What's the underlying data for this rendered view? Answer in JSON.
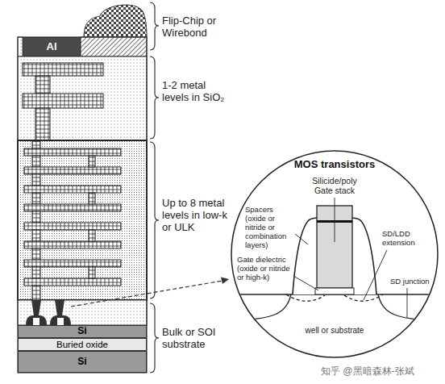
{
  "diagram": {
    "nodes": [
      {
        "text": [
          "Al"
        ]
      },
      {
        "text": [
          "MOS transistors"
        ]
      },
      {
        "text": [
          "Si"
        ]
      },
      {
        "text": [
          "Buried oxide"
        ]
      },
      {
        "text": [
          "Si"
        ]
      }
    ],
    "labels": [
      "Flip-Chip or Wirebond",
      "1-2 metal levels in SiO₂",
      "Up to 8 metal levels in low-k or ULK",
      "Bulk or SOI substrate",
      "Silicide/poly Gate stack",
      "Spacers (oxide or nitride or combination layers)",
      "SD/LDD extension",
      "Gate dielectric (oxide or nitride or high-k)",
      "SD junction",
      "well or substrate",
      "知乎 @黑暗森林-张斌"
    ]
  }
}
